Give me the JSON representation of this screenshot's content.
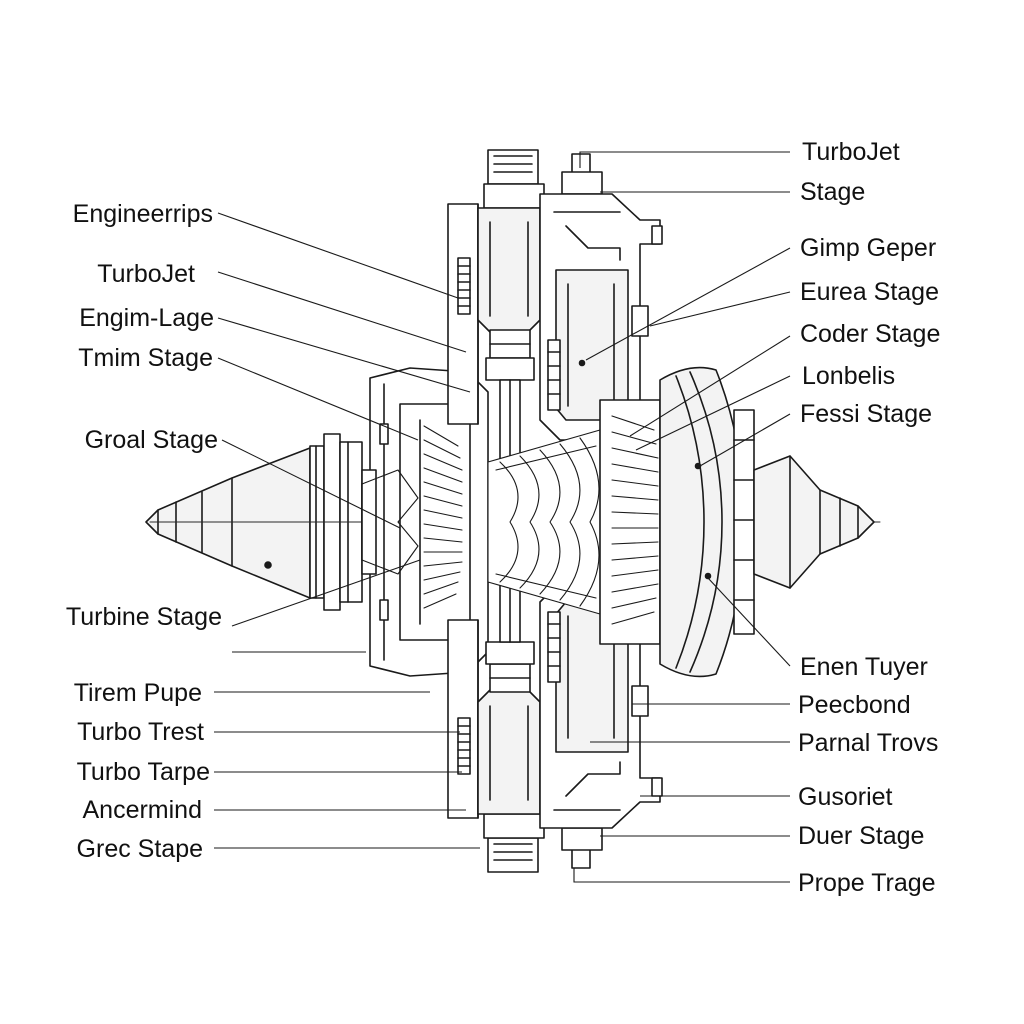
{
  "labels_left": [
    "Engineerrips",
    "TurboJet",
    "Engim-Lage",
    "Tmim Stage",
    "Groal Stage",
    "Turbine Stage",
    "Tirem Pupe",
    "Turbo Trest",
    "Turbo Tarpe",
    "Ancermind",
    "Grec Stape"
  ],
  "labels_right": [
    "TurboJet",
    "Stage",
    "Gimp Geper",
    "Eurea Stage",
    "Coder Stage",
    "Lonbelis",
    "Fessi Stage",
    "Enen Tuyer",
    "Peecbond",
    "Parnal Trovs",
    "Gusoriet",
    "Duer Stage",
    "Prope Trage"
  ]
}
